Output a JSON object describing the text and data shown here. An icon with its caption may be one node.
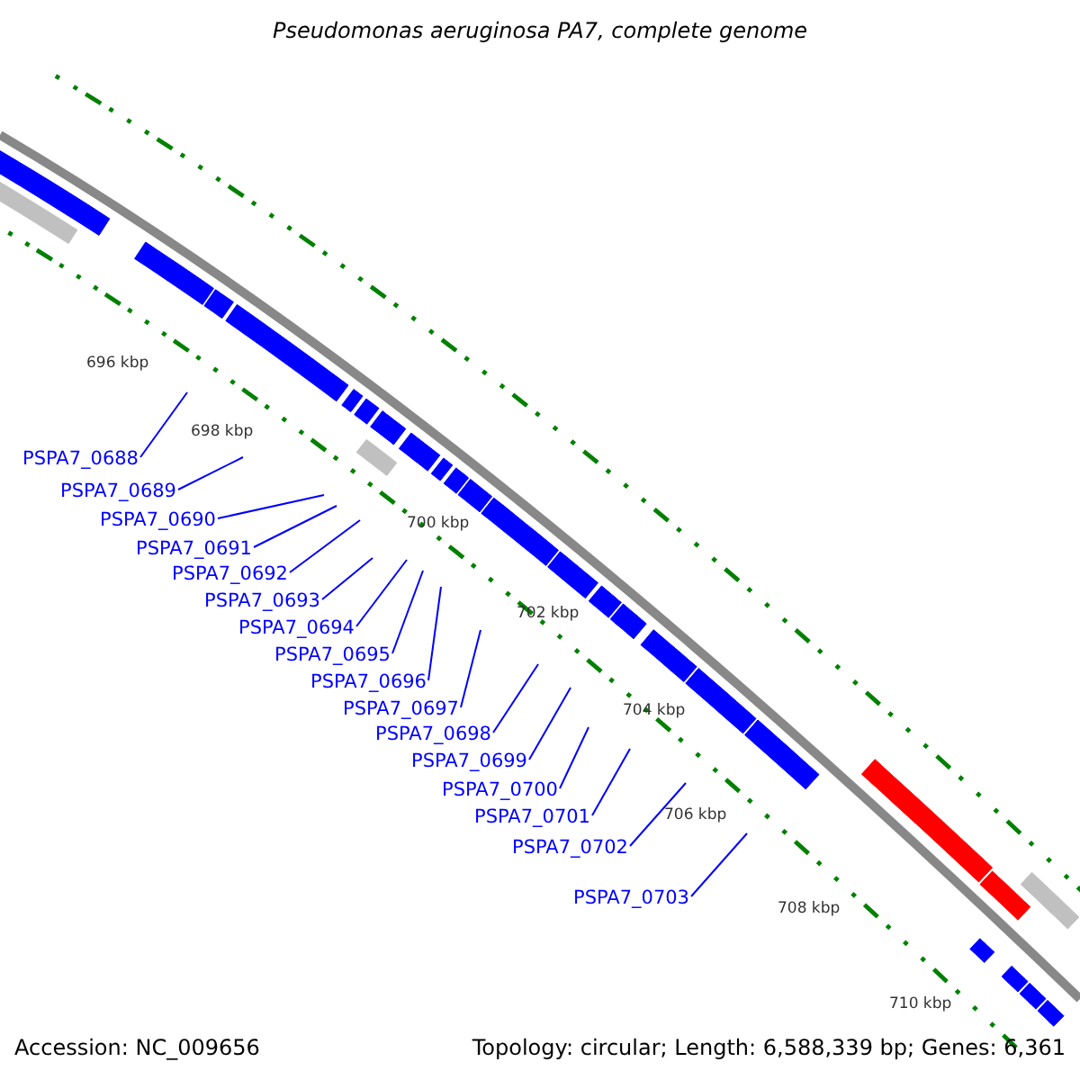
{
  "diagram": {
    "title": "Pseudomonas aeruginosa PA7, complete genome",
    "nodes": [
      {
        "text": [
          "PSPA7_0688"
        ]
      },
      {
        "text": [
          "PSPA7_0689"
        ]
      },
      {
        "text": [
          "PSPA7_0690"
        ]
      },
      {
        "text": [
          "PSPA7_0691"
        ]
      },
      {
        "text": [
          "PSPA7_0692"
        ]
      },
      {
        "text": [
          "PSPA7_0693"
        ]
      },
      {
        "text": [
          "PSPA7_0694"
        ]
      },
      {
        "text": [
          "PSPA7_0695"
        ]
      },
      {
        "text": [
          "PSPA7_0696"
        ]
      },
      {
        "text": [
          "PSPA7_0697"
        ]
      },
      {
        "text": [
          "PSPA7_0698"
        ]
      },
      {
        "text": [
          "PSPA7_0699"
        ]
      },
      {
        "text": [
          "PSPA7_0700"
        ]
      },
      {
        "text": [
          "PSPA7_0701"
        ]
      },
      {
        "text": [
          "PSPA7_0702"
        ]
      },
      {
        "text": [
          "PSPA7_0703"
        ]
      }
    ],
    "edges": [
      {
        "from": 0,
        "to": null,
        "arrow": "none"
      },
      {
        "from": 1,
        "to": null,
        "arrow": "none"
      },
      {
        "from": 2,
        "to": null,
        "arrow": "none"
      },
      {
        "from": 3,
        "to": null,
        "arrow": "none"
      },
      {
        "from": 4,
        "to": null,
        "arrow": "none"
      },
      {
        "from": 5,
        "to": null,
        "arrow": "none"
      },
      {
        "from": 6,
        "to": null,
        "arrow": "none"
      },
      {
        "from": 7,
        "to": null,
        "arrow": "none"
      },
      {
        "from": 8,
        "to": null,
        "arrow": "none"
      },
      {
        "from": 9,
        "to": null,
        "arrow": "none"
      },
      {
        "from": 10,
        "to": null,
        "arrow": "none"
      },
      {
        "from": 11,
        "to": null,
        "arrow": "none"
      },
      {
        "from": 12,
        "to": null,
        "arrow": "none"
      },
      {
        "from": 13,
        "to": null,
        "arrow": "none"
      },
      {
        "from": 14,
        "to": null,
        "arrow": "none"
      },
      {
        "from": 15,
        "to": null,
        "arrow": "none"
      }
    ],
    "labels": [
      "696 kbp",
      "698 kbp",
      "700 kbp",
      "702 kbp",
      "704 kbp",
      "706 kbp",
      "708 kbp",
      "710 kbp",
      "Accession: NC_009656",
      "Topology: circular; Length: 6,588,339 bp; Genes: 6,361"
    ]
  }
}
